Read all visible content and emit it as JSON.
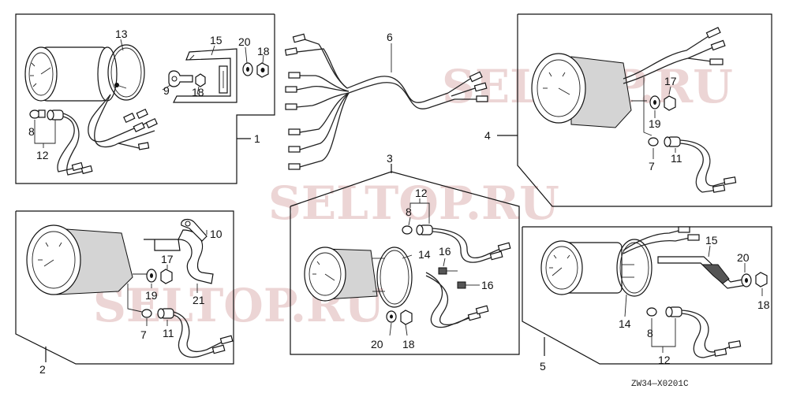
{
  "diagram": {
    "drawing_code": "ZW34—X0201C",
    "watermarks": [
      "SELTOP.RU",
      "SELTOP.RU",
      "SELTOP.RU"
    ],
    "groups": {
      "g1": {
        "ref": "1",
        "callouts": [
          "13",
          "15",
          "20",
          "18",
          "9",
          "18",
          "8",
          "12"
        ]
      },
      "g2": {
        "ref": "2",
        "callouts": [
          "10",
          "17",
          "19",
          "21",
          "7",
          "11"
        ]
      },
      "g3": {
        "ref": "3",
        "callouts": [
          "12",
          "8",
          "14",
          "16",
          "16",
          "20",
          "18"
        ]
      },
      "g4": {
        "ref": "4",
        "callouts": [
          "17",
          "19",
          "7",
          "11"
        ]
      },
      "g5": {
        "ref": "5",
        "callouts": [
          "15",
          "20",
          "18",
          "14",
          "8",
          "12"
        ]
      },
      "g6": {
        "ref": "6"
      }
    }
  }
}
